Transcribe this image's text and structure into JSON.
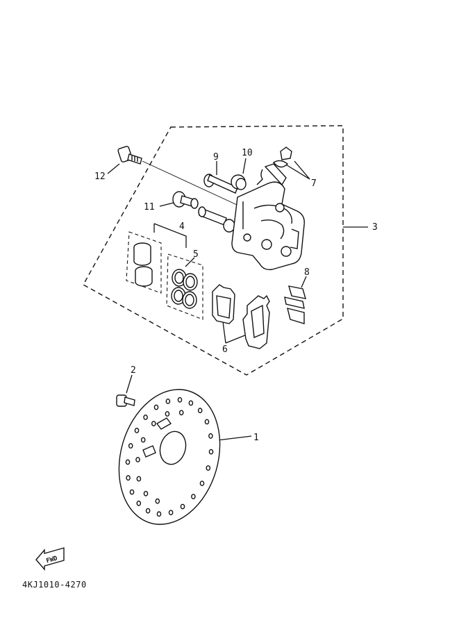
{
  "diagram": {
    "callouts": [
      {
        "id": "1",
        "text": "1"
      },
      {
        "id": "2",
        "text": "2"
      },
      {
        "id": "3",
        "text": "3"
      },
      {
        "id": "4",
        "text": "4"
      },
      {
        "id": "5",
        "text": "5"
      },
      {
        "id": "6",
        "text": "6"
      },
      {
        "id": "7",
        "text": "7"
      },
      {
        "id": "8",
        "text": "8"
      },
      {
        "id": "9",
        "text": "9"
      },
      {
        "id": "10",
        "text": "10"
      },
      {
        "id": "11",
        "text": "11"
      },
      {
        "id": "12",
        "text": "12"
      }
    ],
    "fwd_label": "FWD",
    "figure_code": "4KJ1010-4270"
  }
}
